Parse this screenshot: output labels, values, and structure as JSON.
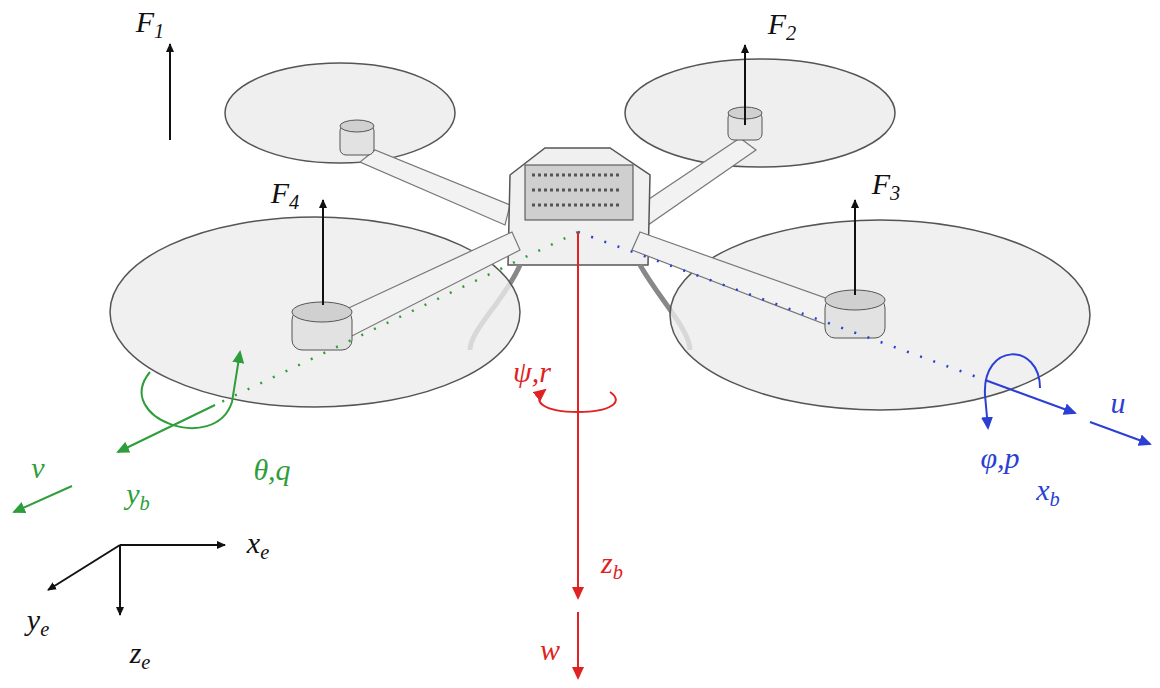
{
  "diagram": {
    "labels": [
      "F1",
      "F2",
      "F3",
      "F4",
      "v",
      "yb",
      "θ,q",
      "ψ,r",
      "φ,p",
      "u",
      "xb",
      "zb",
      "w",
      "xe",
      "ye",
      "ze"
    ]
  }
}
